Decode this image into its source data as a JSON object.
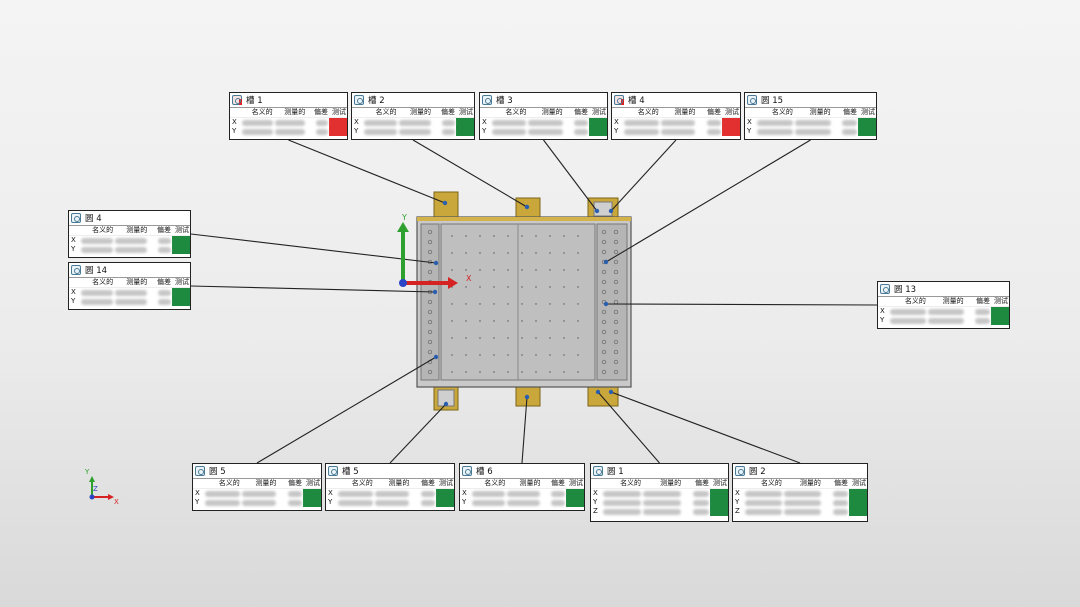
{
  "colors": {
    "pass": "#1e8a40",
    "fail": "#e23030",
    "x_axis": "#d52222",
    "y_axis": "#2ea02e",
    "z_axis": "#2a45c8"
  },
  "headers": {
    "nominal": "名义的",
    "measured": "测量的",
    "deviation": "偏差",
    "test": "测试"
  },
  "axes": {
    "x": "X",
    "y": "Y",
    "z": "Z"
  },
  "part_axis_labels": {
    "x": "X",
    "y": "Y"
  },
  "triad_labels": {
    "x": "X",
    "y": "Y",
    "z": "Z"
  },
  "cards": [
    {
      "id": "slot1",
      "icon": "feature-fail-icon",
      "title": "槽 1",
      "axes": [
        "X",
        "Y"
      ],
      "status": "fail"
    },
    {
      "id": "slot2",
      "icon": "feature-icon",
      "title": "槽 2",
      "axes": [
        "X",
        "Y"
      ],
      "status": "pass"
    },
    {
      "id": "slot3",
      "icon": "feature-icon",
      "title": "槽 3",
      "axes": [
        "X",
        "Y"
      ],
      "status": "pass"
    },
    {
      "id": "slot4",
      "icon": "feature-fail-icon",
      "title": "槽 4",
      "axes": [
        "X",
        "Y"
      ],
      "status": "fail"
    },
    {
      "id": "circle15",
      "icon": "feature-icon",
      "title": "圆 15",
      "axes": [
        "X",
        "Y"
      ],
      "status": "pass"
    },
    {
      "id": "circle4",
      "icon": "feature-icon",
      "title": "圆 4",
      "axes": [
        "X",
        "Y"
      ],
      "status": "pass"
    },
    {
      "id": "circle14",
      "icon": "feature-icon",
      "title": "圆 14",
      "axes": [
        "X",
        "Y"
      ],
      "status": "pass"
    },
    {
      "id": "circle13",
      "icon": "feature-icon",
      "title": "圆 13",
      "axes": [
        "X",
        "Y"
      ],
      "status": "pass"
    },
    {
      "id": "circle5",
      "icon": "feature-icon",
      "title": "圆 5",
      "axes": [
        "X",
        "Y"
      ],
      "status": "pass"
    },
    {
      "id": "slot5",
      "icon": "feature-icon",
      "title": "槽 5",
      "axes": [
        "X",
        "Y"
      ],
      "status": "pass"
    },
    {
      "id": "slot6",
      "icon": "feature-icon",
      "title": "槽 6",
      "axes": [
        "X",
        "Y"
      ],
      "status": "pass"
    },
    {
      "id": "circle1",
      "icon": "feature-icon",
      "title": "圆 1",
      "axes": [
        "X",
        "Y",
        "Z"
      ],
      "status": "pass"
    },
    {
      "id": "circle2",
      "icon": "feature-icon",
      "title": "圆 2",
      "axes": [
        "X",
        "Y",
        "Z"
      ],
      "status": "pass"
    }
  ]
}
